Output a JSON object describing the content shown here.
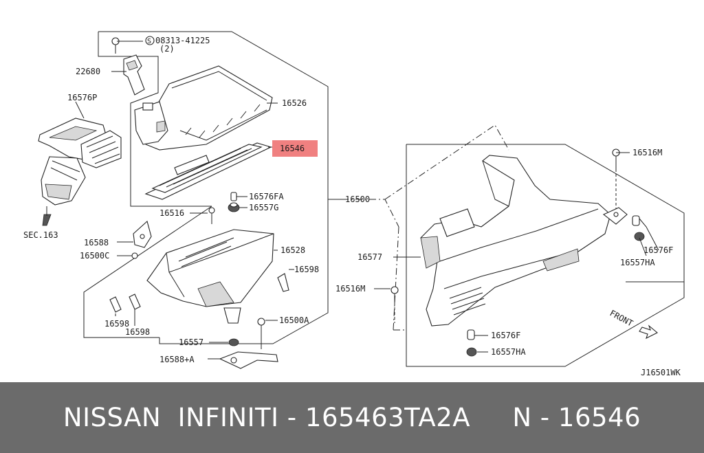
{
  "diagram": {
    "labels": {
      "screw_code": "08313-41225",
      "screw_qty": "(2)",
      "p22680": "22680",
      "p16576P": "16576P",
      "sec163": "SEC.163",
      "p16526": "16526",
      "p16546": "16546",
      "p16576FA": "16576FA",
      "p16516": "16516",
      "p16557G": "16557G",
      "p16500": "16500",
      "p16588": "16588",
      "p16500C": "16500C",
      "p16528": "16528",
      "p16598_right": "16598",
      "p16598_a": "16598",
      "p16598_b": "16598",
      "p16500A": "16500A",
      "p16557": "16557",
      "p16588A": "16588+A",
      "p16516M_top": "16516M",
      "p16576F_right": "16576F",
      "p16557HA_right": "16557HA",
      "p16577": "16577",
      "p16516M_left": "16516M",
      "p16576F_bottom": "16576F",
      "p16557HA_bottom": "16557HA",
      "front": "FRONT",
      "diagram_code": "J16501WK",
      "screw_marker": "S"
    },
    "highlight_color": "#f08080"
  },
  "banner": {
    "text": "NISSAN  INFINITI - 165463TA2A     N - 16546",
    "background": "#6b6b6b"
  }
}
